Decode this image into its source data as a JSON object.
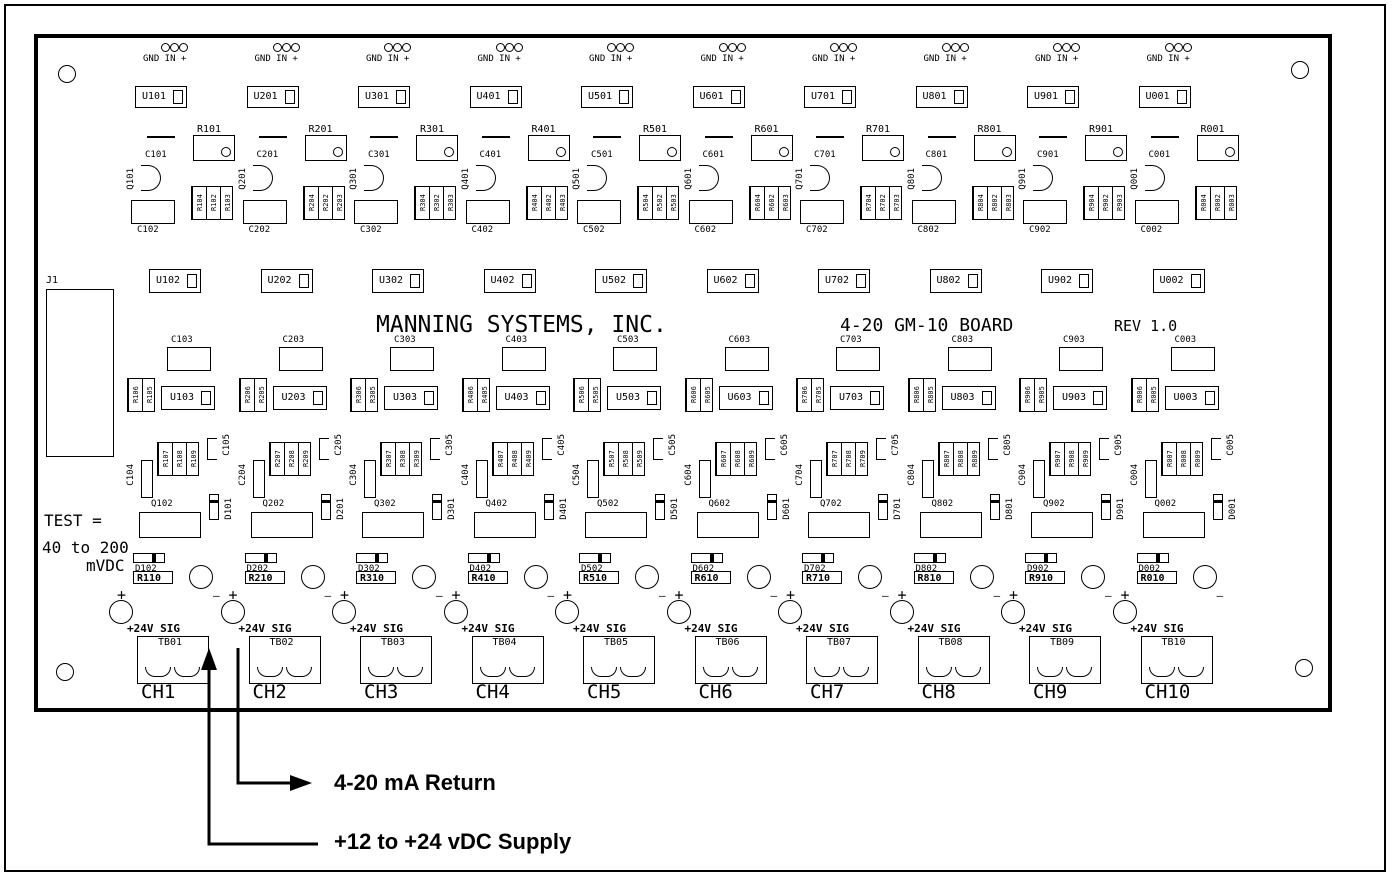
{
  "board": {
    "title": "MANNING SYSTEMS, INC.",
    "subtitle": "4-20 GM-10 BOARD",
    "revision": "REV 1.0",
    "connector": "J1",
    "test_label": "TEST =",
    "test_value": "40 to 200",
    "test_unit": "mVDC",
    "header_label": "GND IN +",
    "terminal_label": "+24V SIG",
    "plus_sign": "+",
    "minus_sign": "—"
  },
  "channels": [
    {
      "ch": "CH1",
      "u1": "U101",
      "u2": "U102",
      "u3": "U103",
      "r1": "R101",
      "c1": "C101",
      "c2": "C102",
      "c3": "C103",
      "c4": "C104",
      "c5": "C105",
      "q1": "Q101",
      "q2": "Q102",
      "d1": "D101",
      "d2": "D102",
      "r10": "R110",
      "rn1": [
        "R104",
        "R102",
        "R103"
      ],
      "rn2": [
        "R106",
        "R105"
      ],
      "rn3": [
        "R107",
        "R108",
        "R109"
      ],
      "tb": "TB01"
    },
    {
      "ch": "CH2",
      "u1": "U201",
      "u2": "U202",
      "u3": "U203",
      "r1": "R201",
      "c1": "C201",
      "c2": "C202",
      "c3": "C203",
      "c4": "C204",
      "c5": "C205",
      "q1": "Q201",
      "q2": "Q202",
      "d1": "D201",
      "d2": "D202",
      "r10": "R210",
      "rn1": [
        "R204",
        "R202",
        "R203"
      ],
      "rn2": [
        "R206",
        "R205"
      ],
      "rn3": [
        "R207",
        "R208",
        "R209"
      ],
      "tb": "TB02"
    },
    {
      "ch": "CH3",
      "u1": "U301",
      "u2": "U302",
      "u3": "U303",
      "r1": "R301",
      "c1": "C301",
      "c2": "C302",
      "c3": "C303",
      "c4": "C304",
      "c5": "C305",
      "q1": "Q301",
      "q2": "Q302",
      "d1": "D301",
      "d2": "D302",
      "r10": "R310",
      "rn1": [
        "R304",
        "R302",
        "R303"
      ],
      "rn2": [
        "R306",
        "R305"
      ],
      "rn3": [
        "R307",
        "R308",
        "R309"
      ],
      "tb": "TB03"
    },
    {
      "ch": "CH4",
      "u1": "U401",
      "u2": "U402",
      "u3": "U403",
      "r1": "R401",
      "c1": "C401",
      "c2": "C402",
      "c3": "C403",
      "c4": "C404",
      "c5": "C405",
      "q1": "Q401",
      "q2": "Q402",
      "d1": "D401",
      "d2": "D402",
      "r10": "R410",
      "rn1": [
        "R404",
        "R402",
        "R403"
      ],
      "rn2": [
        "R406",
        "R405"
      ],
      "rn3": [
        "R407",
        "R408",
        "R409"
      ],
      "tb": "TB04"
    },
    {
      "ch": "CH5",
      "u1": "U501",
      "u2": "U502",
      "u3": "U503",
      "r1": "R501",
      "c1": "C501",
      "c2": "C502",
      "c3": "C503",
      "c4": "C504",
      "c5": "C505",
      "q1": "Q501",
      "q2": "Q502",
      "d1": "D501",
      "d2": "D502",
      "r10": "R510",
      "rn1": [
        "R504",
        "R502",
        "R503"
      ],
      "rn2": [
        "R506",
        "R505"
      ],
      "rn3": [
        "R507",
        "R508",
        "R509"
      ],
      "tb": "TB05"
    },
    {
      "ch": "CH6",
      "u1": "U601",
      "u2": "U602",
      "u3": "U603",
      "r1": "R601",
      "c1": "C601",
      "c2": "C602",
      "c3": "C603",
      "c4": "C604",
      "c5": "C605",
      "q1": "Q601",
      "q2": "Q602",
      "d1": "D601",
      "d2": "D602",
      "r10": "R610",
      "rn1": [
        "R604",
        "R602",
        "R603"
      ],
      "rn2": [
        "R606",
        "R605"
      ],
      "rn3": [
        "R607",
        "R608",
        "R609"
      ],
      "tb": "TB06"
    },
    {
      "ch": "CH7",
      "u1": "U701",
      "u2": "U702",
      "u3": "U703",
      "r1": "R701",
      "c1": "C701",
      "c2": "C702",
      "c3": "C703",
      "c4": "C704",
      "c5": "C705",
      "q1": "Q701",
      "q2": "Q702",
      "d1": "D701",
      "d2": "D702",
      "r10": "R710",
      "rn1": [
        "R704",
        "R702",
        "R703"
      ],
      "rn2": [
        "R706",
        "R705"
      ],
      "rn3": [
        "R707",
        "R708",
        "R709"
      ],
      "tb": "TB07"
    },
    {
      "ch": "CH8",
      "u1": "U801",
      "u2": "U802",
      "u3": "U803",
      "r1": "R801",
      "c1": "C801",
      "c2": "C802",
      "c3": "C803",
      "c4": "C804",
      "c5": "C805",
      "q1": "Q801",
      "q2": "Q802",
      "d1": "D801",
      "d2": "D802",
      "r10": "R810",
      "rn1": [
        "R804",
        "R802",
        "R803"
      ],
      "rn2": [
        "R806",
        "R805"
      ],
      "rn3": [
        "R807",
        "R808",
        "R809"
      ],
      "tb": "TB08"
    },
    {
      "ch": "CH9",
      "u1": "U901",
      "u2": "U902",
      "u3": "U903",
      "r1": "R901",
      "c1": "C901",
      "c2": "C902",
      "c3": "C903",
      "c4": "C904",
      "c5": "C905",
      "q1": "Q901",
      "q2": "Q902",
      "d1": "D901",
      "d2": "D902",
      "r10": "R910",
      "rn1": [
        "R904",
        "R902",
        "R903"
      ],
      "rn2": [
        "R906",
        "R905"
      ],
      "rn3": [
        "R907",
        "R908",
        "R909"
      ],
      "tb": "TB09"
    },
    {
      "ch": "CH10",
      "u1": "U001",
      "u2": "U002",
      "u3": "U003",
      "r1": "R001",
      "c1": "C001",
      "c2": "C002",
      "c3": "C003",
      "c4": "C004",
      "c5": "C005",
      "q1": "Q001",
      "q2": "Q002",
      "d1": "D001",
      "d2": "D002",
      "r10": "R010",
      "rn1": [
        "R004",
        "R002",
        "R003"
      ],
      "rn2": [
        "R006",
        "R005"
      ],
      "rn3": [
        "R007",
        "R008",
        "R009"
      ],
      "tb": "TB10"
    }
  ],
  "annotations": {
    "return": "4-20 mA Return",
    "supply": "+12 to  +24 vDC Supply"
  }
}
